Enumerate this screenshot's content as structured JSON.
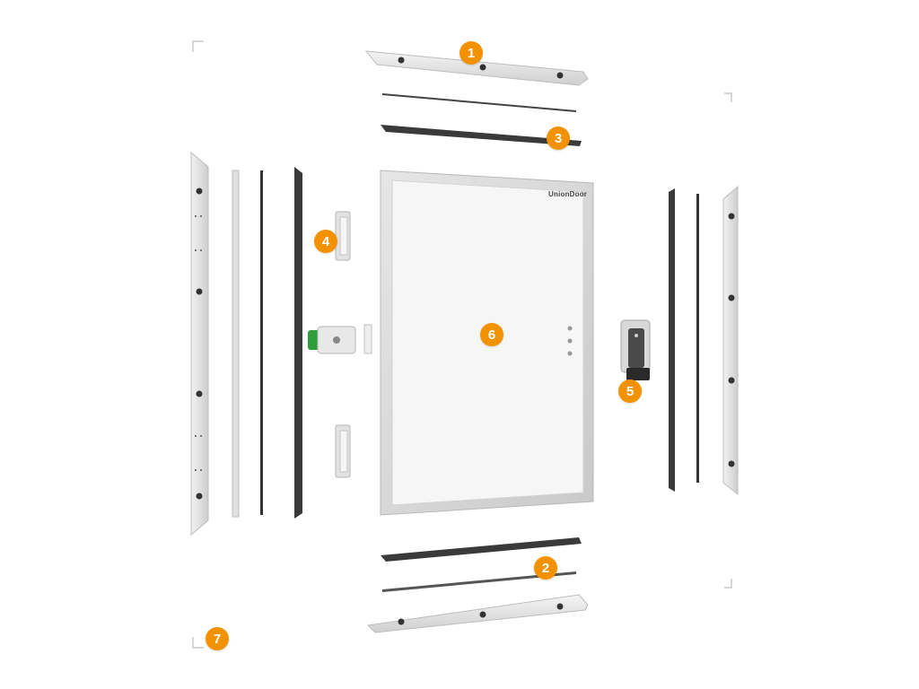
{
  "diagram": {
    "panel_brand_mark": "UnionDoor",
    "accent_color": "#f39200",
    "callouts": [
      {
        "id": "1",
        "label": "1"
      },
      {
        "id": "2",
        "label": "2"
      },
      {
        "id": "3",
        "label": "3"
      },
      {
        "id": "4",
        "label": "4"
      },
      {
        "id": "5",
        "label": "5"
      },
      {
        "id": "6",
        "label": "6"
      },
      {
        "id": "7",
        "label": "7"
      }
    ]
  }
}
